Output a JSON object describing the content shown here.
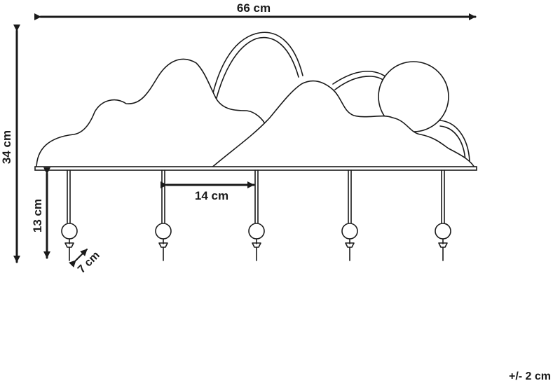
{
  "dimensions": {
    "width_label": "66 cm",
    "height_label": "34 cm",
    "hook_length_label": "13 cm",
    "hook_spacing_label": "14 cm",
    "depth_label": "7 cm"
  },
  "tolerance_label": "+/- 2 cm",
  "colors": {
    "stroke": "#1a1a1a",
    "background": "#ffffff"
  },
  "hook_count": 5
}
